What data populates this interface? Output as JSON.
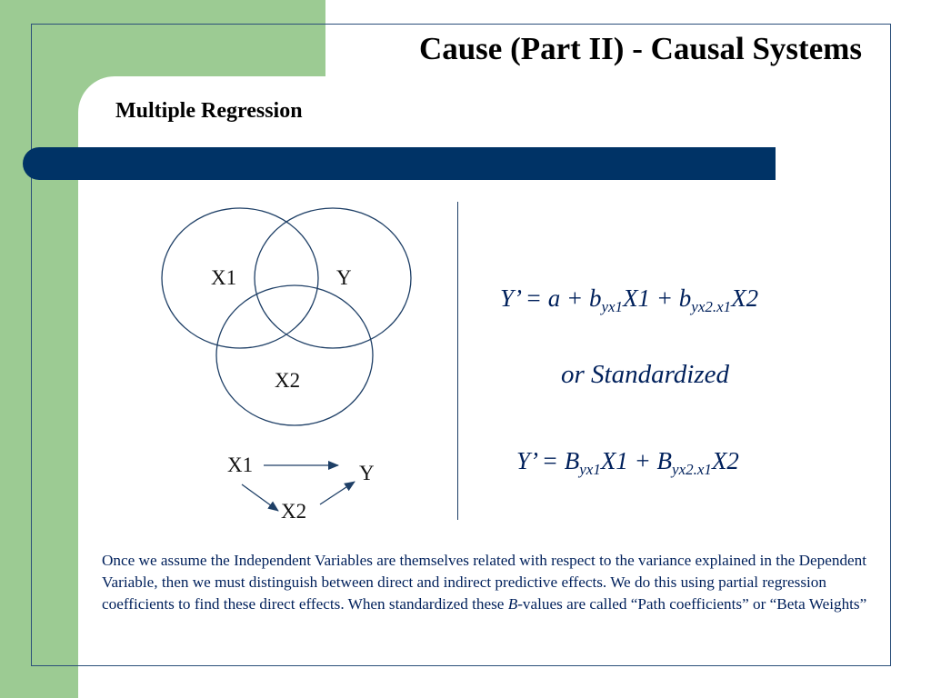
{
  "slide": {
    "title": "Cause (Part II) - Causal Systems",
    "subtitle": "Multiple Regression"
  },
  "venn": {
    "label_x1": "X1",
    "label_y": "Y",
    "label_x2": "X2"
  },
  "path_diagram": {
    "label_x1": "X1",
    "label_y": "Y",
    "label_x2": "X2"
  },
  "equations": {
    "eq1": {
      "lhs": "Y’ = a  +  b",
      "sub1": "yx1",
      "x1": "X1",
      "plus_b": " + b",
      "sub2": "yx2.x1",
      "x2": "X2"
    },
    "or_standardized": "or Standardized",
    "eq2": {
      "lhs": "Y’ = B",
      "sub1": "yx1",
      "x1": "X1",
      "plus_b": " + B",
      "sub2": "yx2.x1",
      "x2": "X2"
    }
  },
  "paragraph": {
    "part1": "Once we assume the Independent Variables are themselves related with respect to the variance explained in the Dependent Variable, then we must distinguish between direct and indirect predictive effects.  We do this using partial regression coefficients to find these direct effects.  When standardized these ",
    "italic": "B",
    "part2": "-values are called “Path coefficients” or “Beta Weights”"
  },
  "colors": {
    "green": "#9ccb93",
    "navy_bar": "#003366",
    "text_blue": "#00205b"
  }
}
